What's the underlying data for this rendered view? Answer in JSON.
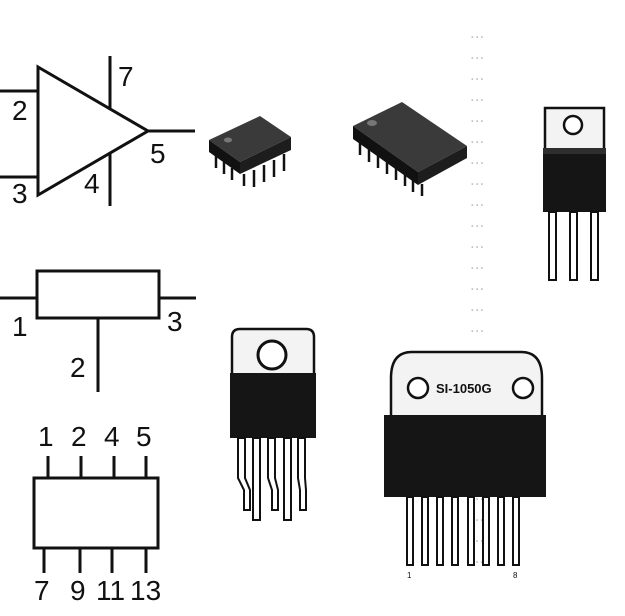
{
  "amplifier_symbol": {
    "pins": {
      "in_top": "2",
      "in_bottom": "3",
      "supply_top": "7",
      "supply_bottom": "4",
      "output": "5"
    }
  },
  "regulator_symbol": {
    "pins": {
      "left": "1",
      "right": "3",
      "bottom": "2"
    }
  },
  "multi_pin_symbol": {
    "top_pins": [
      "1",
      "2",
      "4",
      "5"
    ],
    "bottom_pins": [
      "7",
      "9",
      "11",
      "13"
    ]
  },
  "packages": {
    "sip_module": {
      "marking": "SI-1050G",
      "pin_first": "1",
      "pin_last": "8"
    },
    "to220_5pin": {
      "lead_marks": [
        "",
        "",
        "",
        "",
        ""
      ]
    }
  },
  "background_text_lines": [
    "...",
    "...",
    "...",
    "...",
    "...",
    "...",
    "...",
    "...",
    "...",
    "...",
    "...",
    "...",
    "...",
    "...",
    "...",
    "...",
    "...",
    "...",
    "...",
    "...",
    "...",
    "...",
    "...",
    "...",
    "...",
    "..."
  ],
  "colors": {
    "ink": "#111111",
    "package_body": "#151515",
    "tab_light": "#f2f2f2",
    "background_text": "#c4c4c4"
  }
}
